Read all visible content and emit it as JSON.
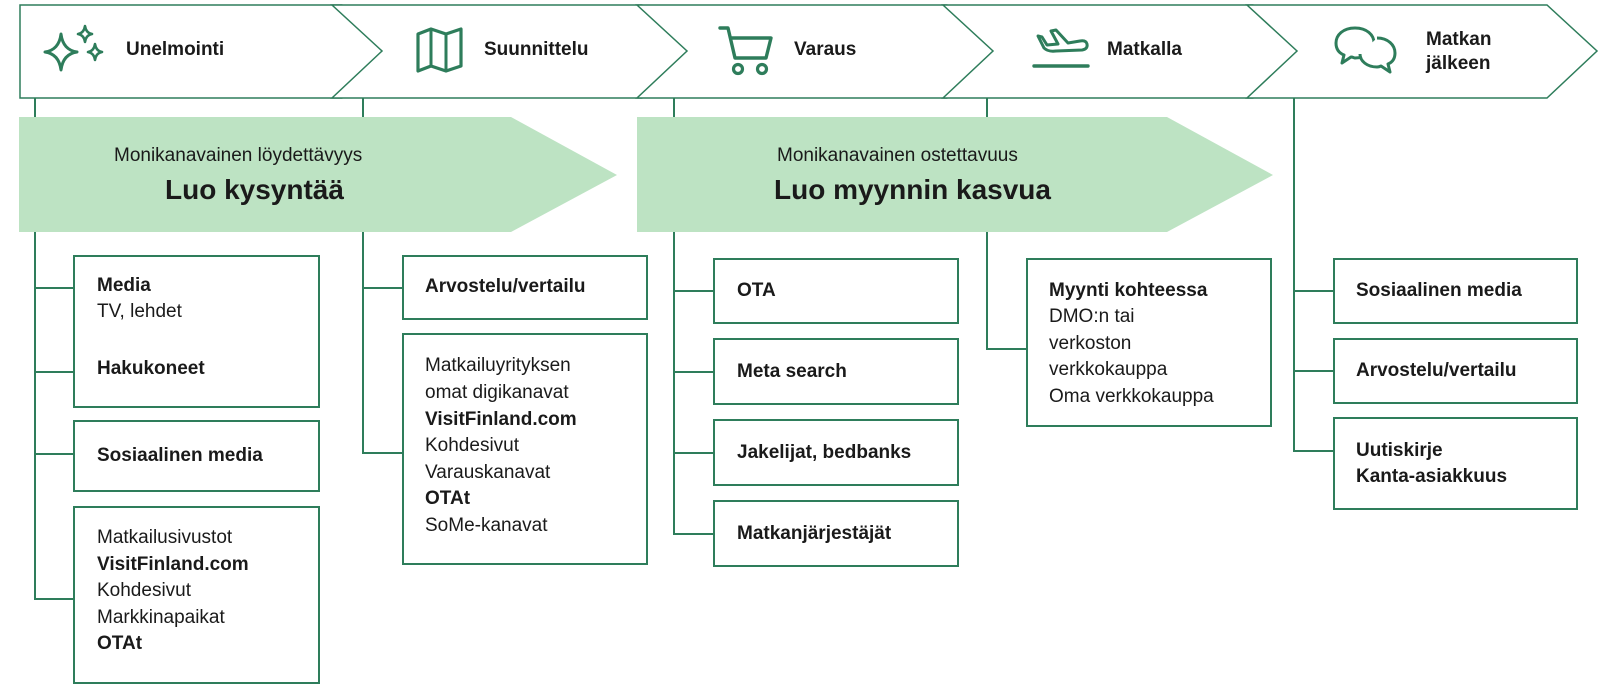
{
  "stages": [
    {
      "label": "Unelmointi",
      "icon": "sparkle-icon"
    },
    {
      "label": "Suunnittelu",
      "icon": "map-icon"
    },
    {
      "label": "Varaus",
      "icon": "cart-icon"
    },
    {
      "label": "Matkalla",
      "icon": "plane-icon"
    },
    {
      "label": "Matkan jälkeen",
      "label_line1": "Matkan",
      "label_line2": "jälkeen",
      "icon": "chat-icon"
    }
  ],
  "banners": [
    {
      "subtitle": "Monikanavainen löydettävyys",
      "title": "Luo kysyntää"
    },
    {
      "subtitle": "Monikanavainen ostettavuus",
      "title": "Luo myynnin kasvua"
    }
  ],
  "columns": {
    "unelmointi": {
      "box1": {
        "line1": "Media",
        "line2": "TV, lehdet",
        "line3": "Hakukoneet"
      },
      "box2": {
        "line1": "Sosiaalinen media"
      },
      "box3": {
        "line1": "Matkailusivustot",
        "line2": "VisitFinland.com",
        "line3": "Kohdesivut",
        "line4": "Markkinapaikat",
        "line5": "OTAt"
      }
    },
    "suunnittelu": {
      "box1": {
        "line1": "Arvostelu/vertailu"
      },
      "box2": {
        "line1": "Matkailuyrityksen",
        "line2": "omat digikanavat",
        "line3": "VisitFinland.com",
        "line4": "Kohdesivut",
        "line5": "Varauskanavat",
        "line6": "OTAt",
        "line7": "SoMe-kanavat"
      }
    },
    "varaus": {
      "box1": {
        "line1": "OTA"
      },
      "box2": {
        "line1": "Meta search"
      },
      "box3": {
        "line1": "Jakelijat, bedbanks"
      },
      "box4": {
        "line1": "Matkanjärjestäjät"
      }
    },
    "matkalla": {
      "box1": {
        "line1": "Myynti kohteessa",
        "line2": "DMO:n tai",
        "line3": "verkoston",
        "line4": "verkkokauppa",
        "line5": "Oma verkkokauppa"
      }
    },
    "jalkeen": {
      "box1": {
        "line1": "Sosiaalinen media"
      },
      "box2": {
        "line1": "Arvostelu/vertailu"
      },
      "box3": {
        "line1": "Uutiskirje",
        "line2": "Kanta-asiakkuus"
      }
    }
  },
  "colors": {
    "accent": "#2e7d5b",
    "banner_fill": "#bde3c3",
    "text": "#1a1a1a"
  }
}
